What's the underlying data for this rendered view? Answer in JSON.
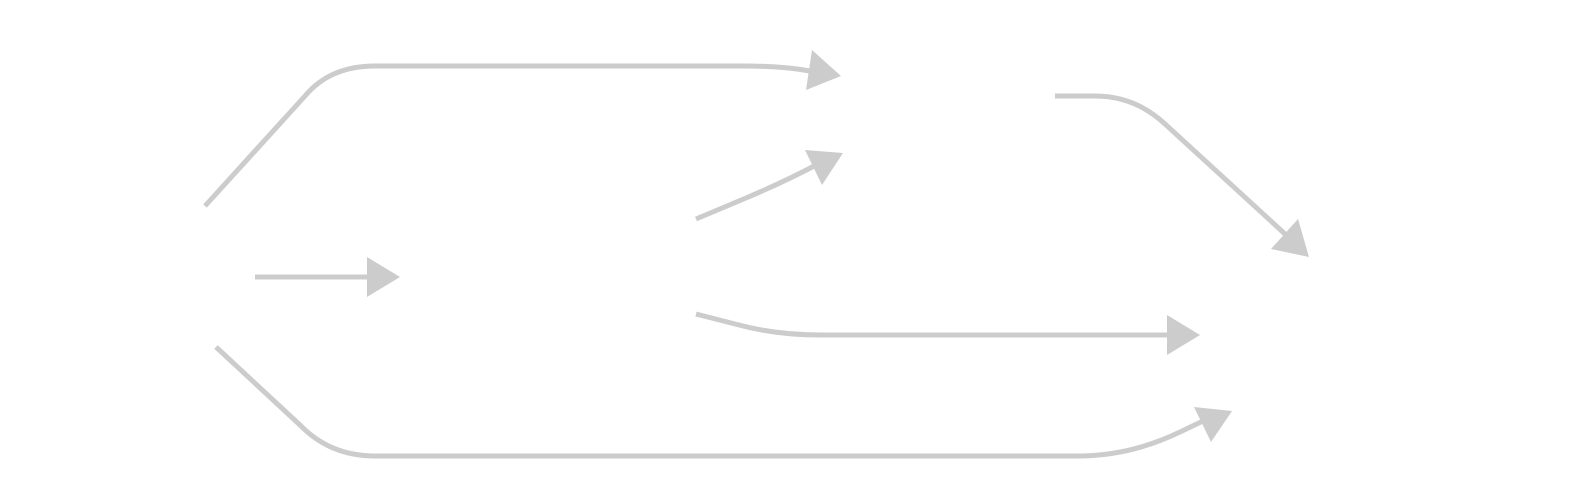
{
  "diagram": {
    "background": "#ffffff",
    "edge_color": "#cccccc",
    "edges": [
      {
        "name": "edge-top-arc"
      },
      {
        "name": "edge-upper-diagonal"
      },
      {
        "name": "edge-right-descending"
      },
      {
        "name": "edge-short-center"
      },
      {
        "name": "edge-middle-long"
      },
      {
        "name": "edge-bottom-arc"
      }
    ]
  }
}
